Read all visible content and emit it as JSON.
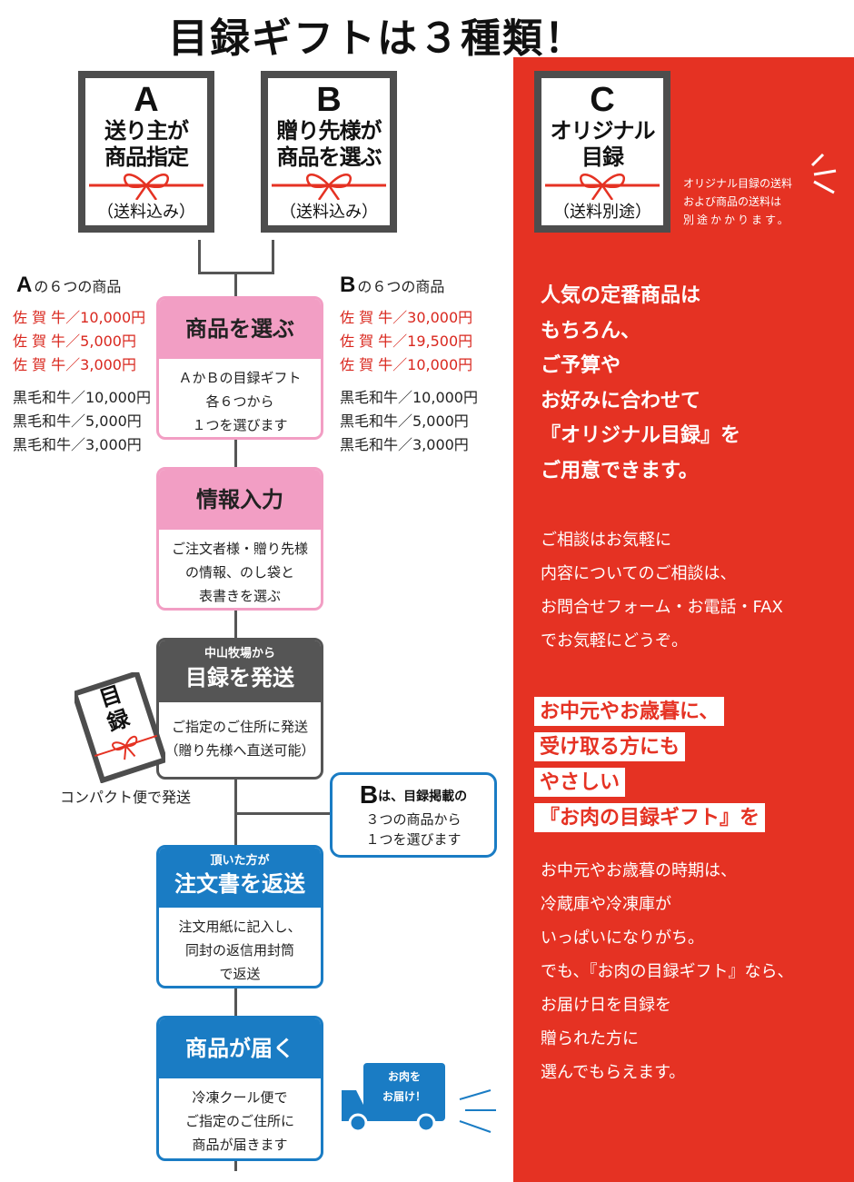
{
  "title": "目録ギフトは３種類！",
  "cards": {
    "a": {
      "letter": "A",
      "line1": "送り主が",
      "line2": "商品指定",
      "note": "（送料込み）"
    },
    "b": {
      "letter": "B",
      "line1": "贈り先様が",
      "line2": "商品を選ぶ",
      "note": "（送料込み）"
    },
    "c": {
      "letter": "C",
      "line1": "オリジナル",
      "line2": "目録",
      "note": "（送料別途）"
    }
  },
  "c_note": [
    "オリジナル目録の送料",
    "および商品の送料は",
    "別途かかります。"
  ],
  "list_a": {
    "letter": "A",
    "heading": "の６つの商品",
    "items_red": [
      "佐 賀 牛／10,000円",
      "佐 賀 牛／5,000円",
      "佐 賀 牛／3,000円"
    ],
    "items": [
      "黒毛和牛／10,000円",
      "黒毛和牛／5,000円",
      "黒毛和牛／3,000円"
    ]
  },
  "list_b": {
    "letter": "B",
    "heading": "の６つの商品",
    "items_red": [
      "佐 賀 牛／30,000円",
      "佐 賀 牛／19,500円",
      "佐 賀 牛／10,000円"
    ],
    "items": [
      "黒毛和牛／10,000円",
      "黒毛和牛／5,000円",
      "黒毛和牛／3,000円"
    ]
  },
  "steps": {
    "select": {
      "title": "商品を選ぶ",
      "body": [
        "ＡかＢの目録ギフト",
        "各６つから",
        "１つを選びます"
      ]
    },
    "info": {
      "title": "情報入力",
      "body": [
        "ご注文者様・贈り先様",
        "の情報、のし袋と",
        "表書きを選ぶ"
      ]
    },
    "ship": {
      "sub": "中山牧場から",
      "title": "目録を発送",
      "body": [
        "ご指定のご住所に発送",
        "（贈り先様へ直送可能）"
      ]
    },
    "return": {
      "sub": "頂いた方が",
      "title": "注文書を返送",
      "body": [
        "注文用紙に記入し、",
        "同封の返信用封筒",
        "で返送"
      ]
    },
    "deliver": {
      "title": "商品が届く",
      "body": [
        "冷凍クール便で",
        "ご指定のご住所に",
        "商品が届きます"
      ]
    }
  },
  "b_box": {
    "letter": "B",
    "line1": "は、目録掲載の",
    "line2": "３つの商品から",
    "line3": "１つを選びます"
  },
  "booklet_label": "目録",
  "compact": "コンパクト便で発送",
  "truck": {
    "line1": "お肉を",
    "line2": "お届け！"
  },
  "red_column": {
    "para1": [
      "人気の定番商品は",
      "もちろん、",
      "ご予算や",
      "お好みに合わせて",
      "『オリジナル目録』を",
      "ご用意できます。"
    ],
    "para2": [
      "ご相談はお気軽に",
      "内容についてのご相談は、",
      "お問合せフォーム・お電話・FAX",
      "でお気軽にどうぞ。"
    ],
    "highlight": [
      "お中元やお歳暮に、",
      "受け取る方にも",
      "やさしい",
      "『お肉の目録ギフト』を"
    ],
    "para3": [
      "お中元やお歳暮の時期は、",
      "冷蔵庫や冷凍庫が",
      "いっぱいになりがち。",
      "でも、『お肉の目録ギフト』なら、",
      "お届け日を目録を",
      "贈られた方に",
      "選んでもらえます。"
    ]
  },
  "colors": {
    "red": "#e53223",
    "pink": "#f29ec4",
    "blue": "#1a7cc4",
    "dark": "#555555",
    "price_red": "#d9271e"
  }
}
